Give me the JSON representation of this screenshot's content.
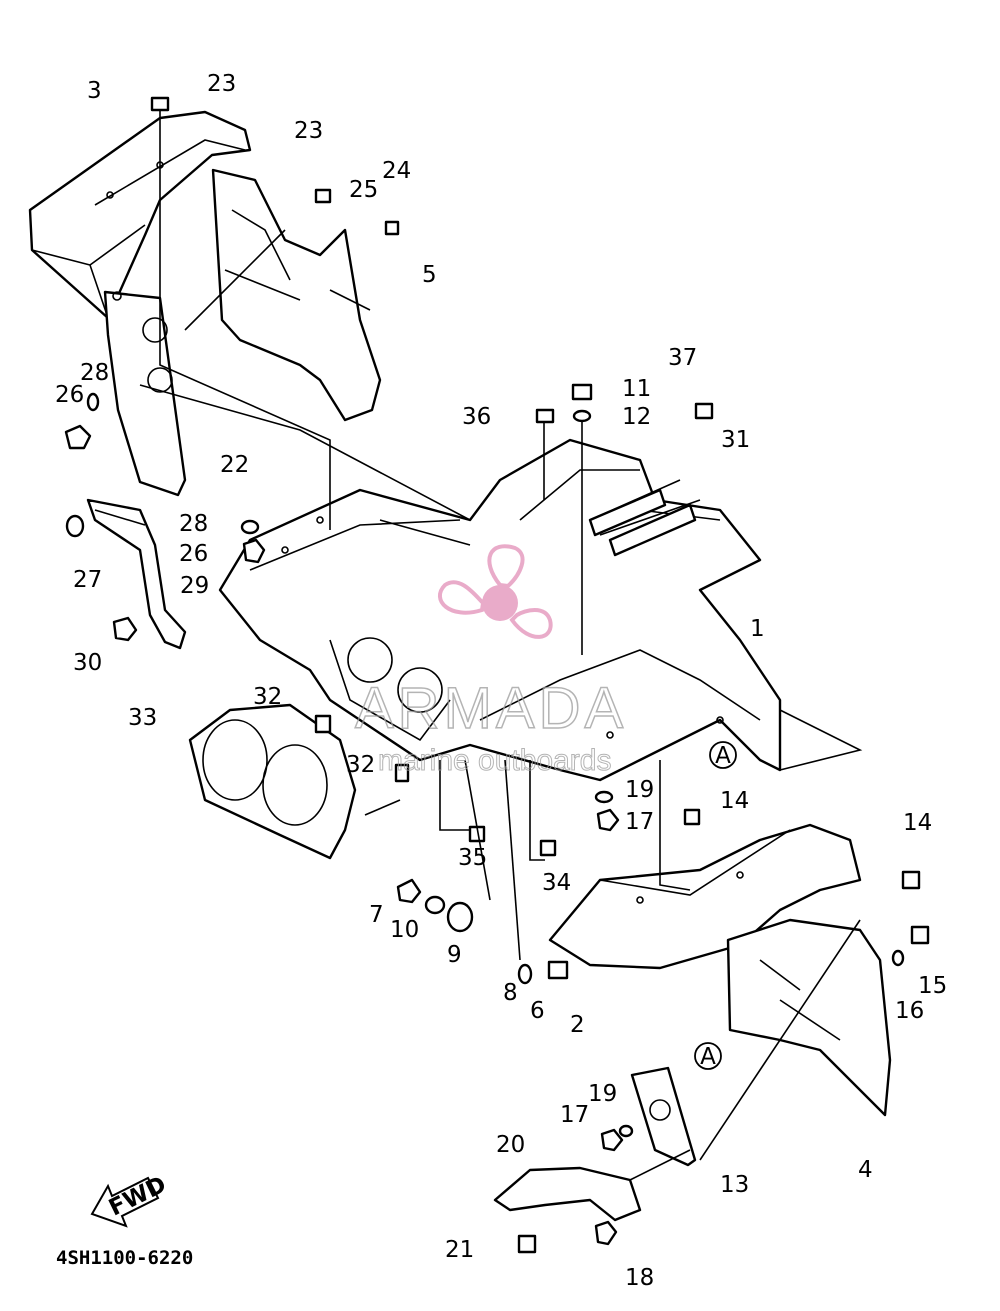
{
  "diagram": {
    "drawing_code": "4SH1100-6220",
    "forward_arrow_label": "FWD",
    "reference_marker": "A",
    "callouts": [
      "1",
      "2",
      "3",
      "4",
      "5",
      "6",
      "7",
      "8",
      "9",
      "10",
      "11",
      "12",
      "13",
      "14",
      "15",
      "16",
      "17",
      "18",
      "19",
      "20",
      "21",
      "22",
      "23",
      "24",
      "25",
      "26",
      "27",
      "28",
      "29",
      "30",
      "31",
      "32",
      "33",
      "34",
      "35",
      "36",
      "37"
    ]
  },
  "watermark": {
    "brand": "ARMADA",
    "tagline": "marine outboards",
    "logo_color": "#e7a3c4"
  }
}
